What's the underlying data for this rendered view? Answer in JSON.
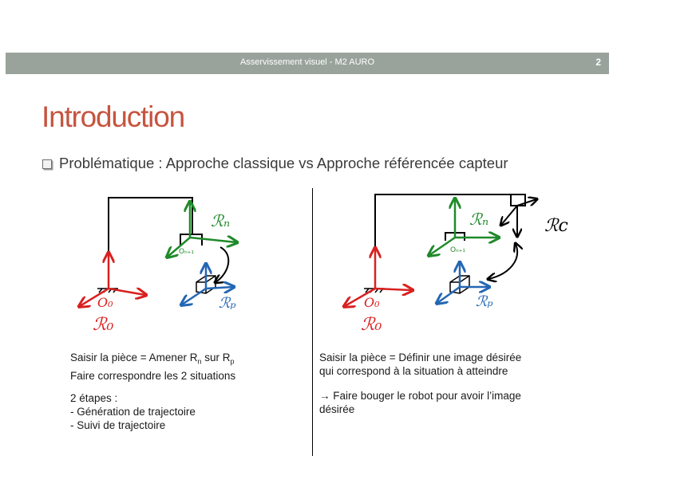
{
  "header": {
    "title": "Asservissement visuel - M2 AURO",
    "page_number": "2"
  },
  "slide": {
    "title": "Introduction",
    "bullet": "Problématique : Approche classique vs Approche référencée capteur"
  },
  "left": {
    "line1_pre": "Saisir la pièce = Amener R",
    "line1_sub1": "n",
    "line1_mid": " sur R",
    "line1_sub2": "p",
    "line2": "Faire correspondre les 2 situations",
    "line3": "2 étapes :",
    "line4": "- Génération de trajectoire",
    "line5": "- Suivi de trajectoire"
  },
  "right": {
    "line1": "Saisir la pièce = Définir une image désirée",
    "line2": "qui correspond à la situation à atteindre",
    "line3": "→ Faire bouger le robot pour avoir l’image",
    "line4": "désirée"
  },
  "colors": {
    "header_bar": "#9aa39b",
    "title": "#c6543f",
    "frame_red": "#d92020",
    "frame_green": "#1f8a2a",
    "frame_blue": "#2466b4"
  }
}
